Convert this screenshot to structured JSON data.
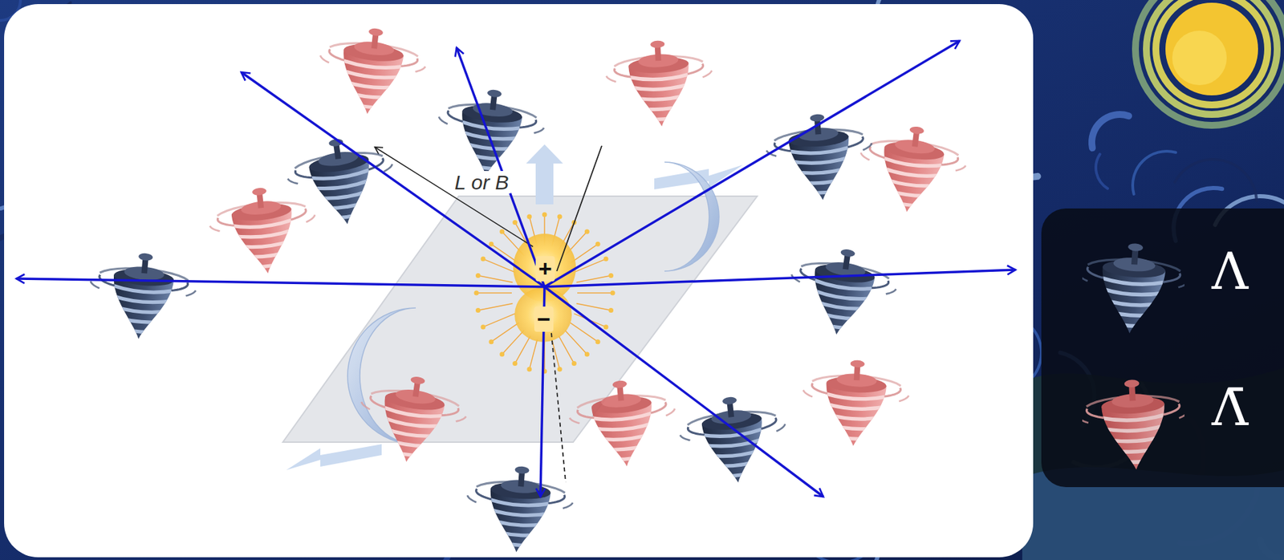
{
  "diagram": {
    "labels": [
      "L or B",
      "+",
      "−"
    ],
    "legend": [
      {
        "text": "Λ"
      },
      {
        "text": "Λ̄"
      }
    ]
  }
}
